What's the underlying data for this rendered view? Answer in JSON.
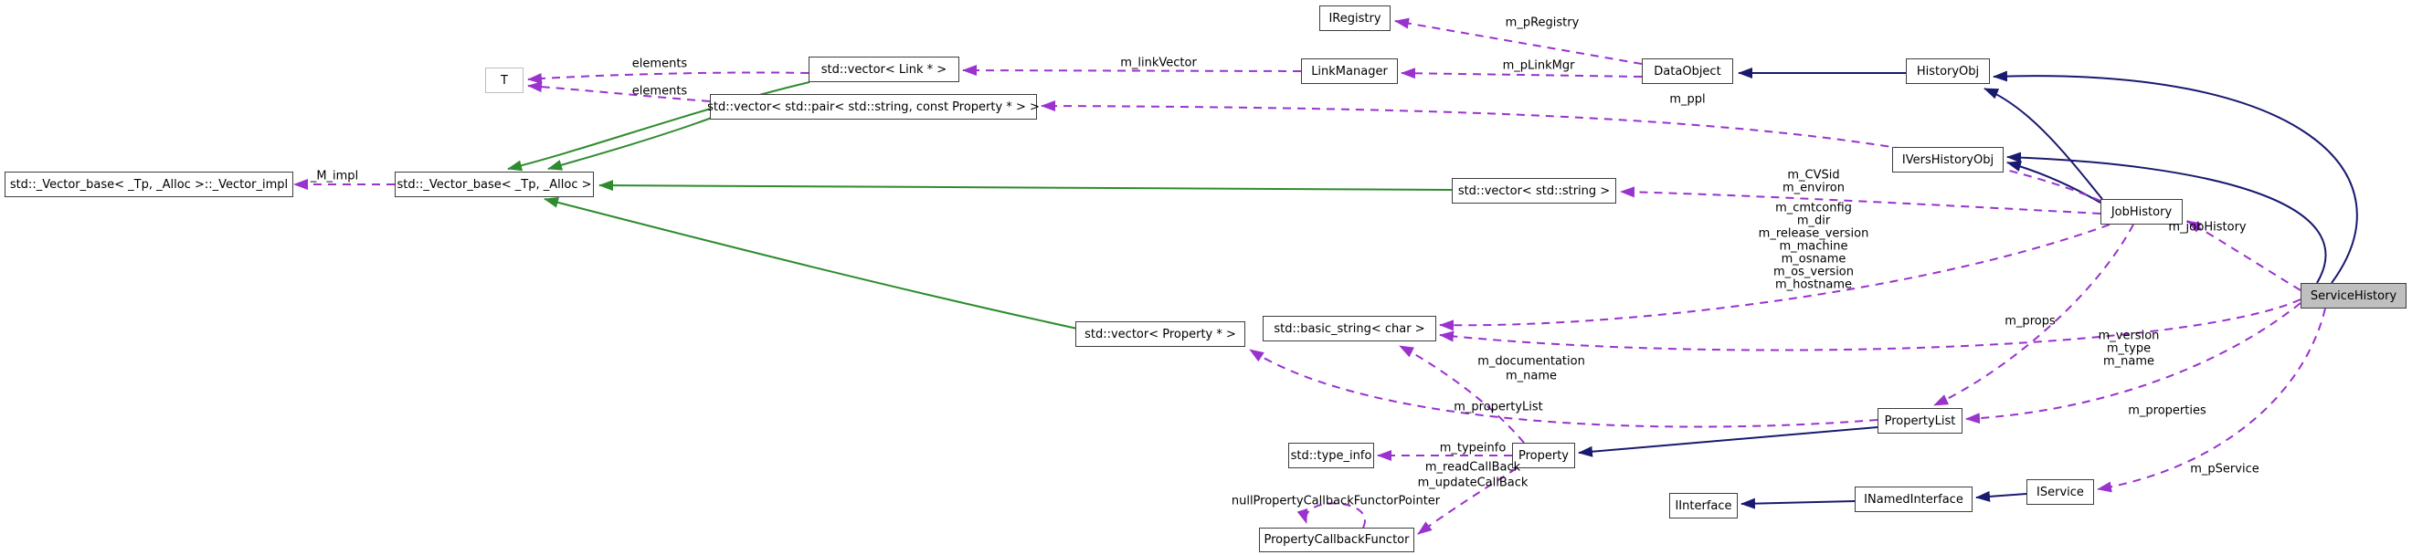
{
  "diagram": {
    "type": "class-collaboration-graph",
    "focus_class": "ServiceHistory",
    "colors": {
      "inheritance_edge": "#191970",
      "usage_edge": "#9a32cd",
      "template_edge": "#2e8b2e",
      "node_border": "#3d3d3d",
      "template_node_border": "#bdbdbd",
      "focus_node_fill": "#bfbfbf"
    },
    "nodes": {
      "iregistry": "IRegistry",
      "vector_link": "std::vector< Link * >",
      "linkmanager": "LinkManager",
      "dataobject": "DataObject",
      "historyobj": "HistoryObj",
      "t": "T",
      "vector_pair": "std::vector< std::pair< std::string, const Property * > >",
      "vector_impl": "std::_Vector_base< _Tp, _Alloc >::_Vector_impl",
      "vector_base": "std::_Vector_base< _Tp, _Alloc >",
      "vector_string": "std::vector< std::string >",
      "ivershistoryobj": "IVersHistoryObj",
      "jobhistory": "JobHistory",
      "servicehistory": "ServiceHistory",
      "vector_property": "std::vector< Property * >",
      "basic_string": "std::basic_string< char >",
      "type_info": "std::type_info",
      "property": "Property",
      "propertylist": "PropertyList",
      "iinterface": "IInterface",
      "inamedinterface": "INamedInterface",
      "iservice": "IService",
      "callbackfunctor": "PropertyCallbackFunctor"
    },
    "edge_labels": {
      "m_pRegistry": "m_pRegistry",
      "m_pLinkMgr": "m_pLinkMgr",
      "m_linkVector": "m_linkVector",
      "elements1": "elements",
      "elements2": "elements",
      "m_ppl": "m_ppl",
      "M_impl": "_M_impl",
      "vs_group": [
        "m_CVSid",
        "m_environ"
      ],
      "bs_group": [
        "m_cmtconfig",
        "m_dir",
        "m_release_version",
        "m_machine",
        "m_osname",
        "m_os_version",
        "m_hostname"
      ],
      "sh_bs_group": [
        "m_version",
        "m_type",
        "m_name"
      ],
      "prop_bs_group": [
        "m_documentation",
        "m_name"
      ],
      "m_propertyList": "m_propertyList",
      "m_typeinfo": "m_typeinfo",
      "m_readCallBack": "m_readCallBack",
      "m_updateCallBack": "m_updateCallBack",
      "nullPtr": "nullPropertyCallbackFunctorPointer",
      "m_props": "m_props",
      "m_properties": "m_properties",
      "m_pService": "m_pService",
      "m_jobHistory": "m_jobHistory"
    }
  }
}
